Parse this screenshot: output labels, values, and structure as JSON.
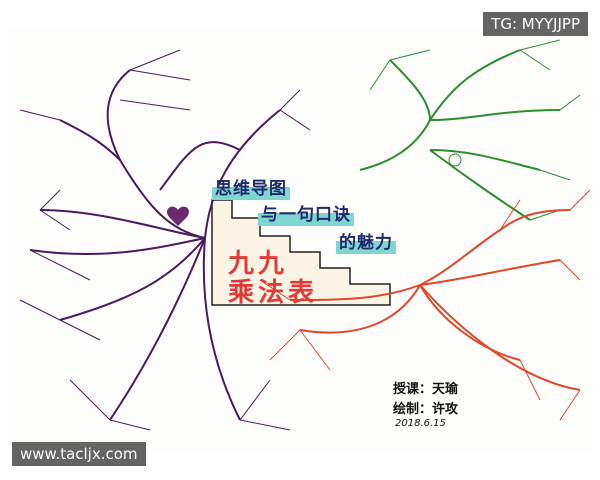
{
  "title": {
    "line1": "思维导图",
    "line2": "与一句口诀",
    "line3": "的魅力",
    "main1": "九九",
    "main2": "乘法表"
  },
  "credits": {
    "teacher": "授课：天瑜",
    "artist": "绘制：许攻",
    "date": "2018.6.15"
  },
  "watermarks": {
    "top_right": "TG: MYYJJPP",
    "bottom_left": "www.tacljx.com"
  },
  "colors": {
    "purple_branch": "#4a1a5e",
    "green_branch": "#2e8b2e",
    "red_branch": "#e0462a",
    "title_text": "#1f2a6b",
    "title_highlight": "#7fd6d0",
    "main_title": "#e03a3a"
  }
}
